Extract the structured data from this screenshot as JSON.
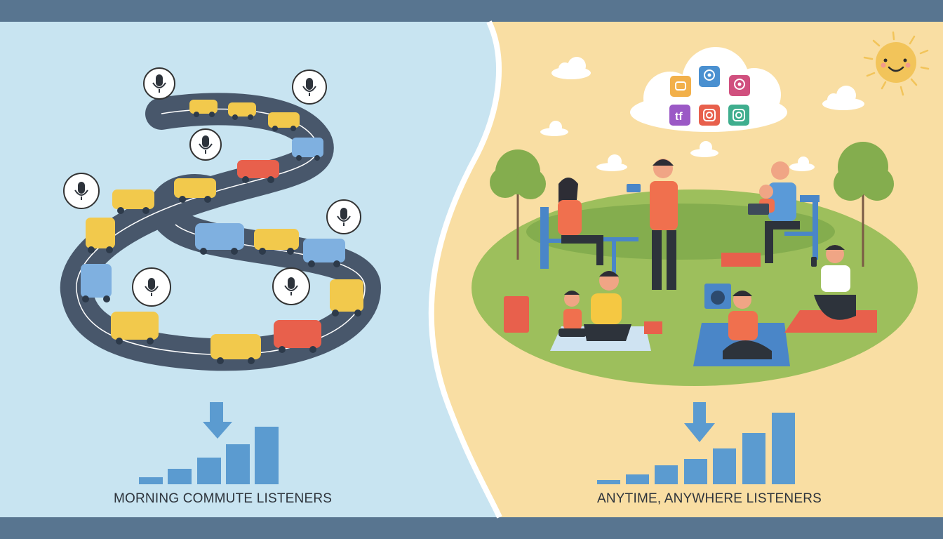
{
  "left_panel": {
    "caption": "MORNING COMMUTE LISTENERS",
    "background": "#c8e4f1",
    "scene": "winding road traffic jam with podcast microphone thought bubbles",
    "icons": [
      "microphone-icon",
      "microphone-icon",
      "microphone-icon",
      "microphone-icon",
      "microphone-icon",
      "microphone-icon",
      "microphone-icon"
    ]
  },
  "right_panel": {
    "caption": "ANYTIME, ANYWHERE LISTENERS",
    "background": "#f9deA3",
    "scene": "people in a park listening with headphones",
    "cloud_app_icons": [
      "video-icon",
      "podcast-icon",
      "podcast-icon",
      "podcast-app-icon",
      "instagram-icon",
      "instagram-icon"
    ]
  },
  "colors": {
    "frame": "#587590",
    "bar": "#5b9bd0",
    "road": "#48576b",
    "car_yellow": "#f2c94c",
    "car_blue": "#7fb0e0",
    "car_red": "#e8604c",
    "grass": "#9dbf5c"
  },
  "chart_data": [
    {
      "type": "bar",
      "title": "MORNING COMMUTE LISTENERS",
      "categories": [
        "1",
        "2",
        "3",
        "4",
        "5"
      ],
      "values": [
        3,
        7,
        12,
        19,
        27
      ],
      "annotation": "down-arrow above bar 3",
      "xlabel": "",
      "ylabel": "",
      "grid": false
    },
    {
      "type": "bar",
      "title": "ANYTIME, ANYWHERE LISTENERS",
      "categories": [
        "1",
        "2",
        "3",
        "4",
        "5",
        "6",
        "7"
      ],
      "values": [
        2,
        5,
        8,
        10,
        14,
        18,
        27
      ],
      "annotation": "down-arrow above bar 4",
      "xlabel": "",
      "ylabel": "",
      "grid": false
    }
  ]
}
